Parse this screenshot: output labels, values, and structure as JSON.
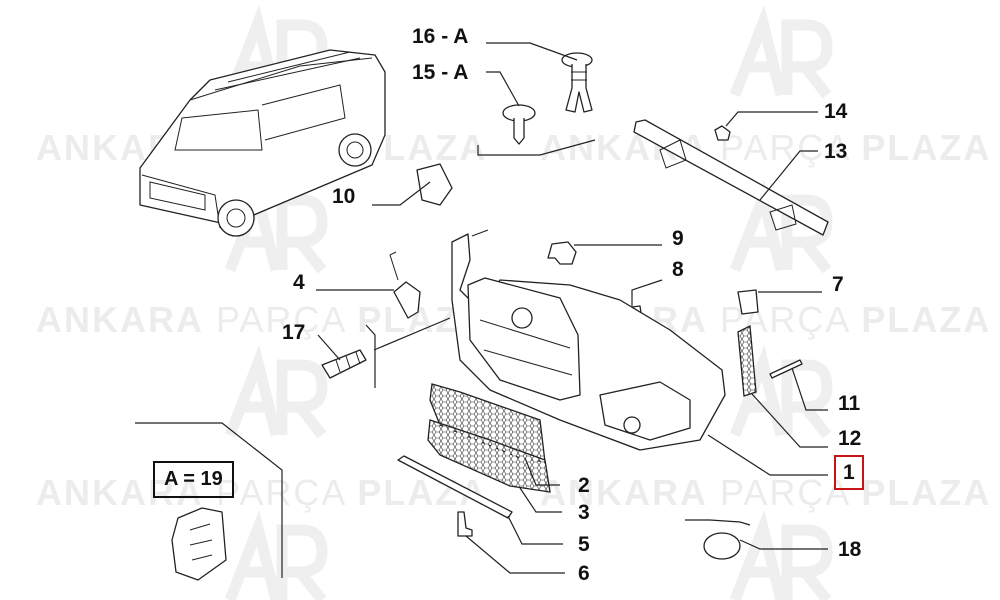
{
  "watermark": {
    "brand_bold_1": "ANKARA",
    "brand_light": "PARÇA",
    "brand_bold_2": "PLAZA"
  },
  "legend": {
    "a_equals": "A = 19"
  },
  "callouts": {
    "p16": "16 - A",
    "p15": "15 - A",
    "p14": "14",
    "p13": "13",
    "p10": "10",
    "p9": "9",
    "p8": "8",
    "p4": "4",
    "p7": "7",
    "p17": "17",
    "p11": "11",
    "p12": "12",
    "p1": "1",
    "p2": "2",
    "p3": "3",
    "p5": "5",
    "p6": "6",
    "p18": "18"
  },
  "highlight": {
    "selected_part": "1",
    "color": "#c81414"
  }
}
